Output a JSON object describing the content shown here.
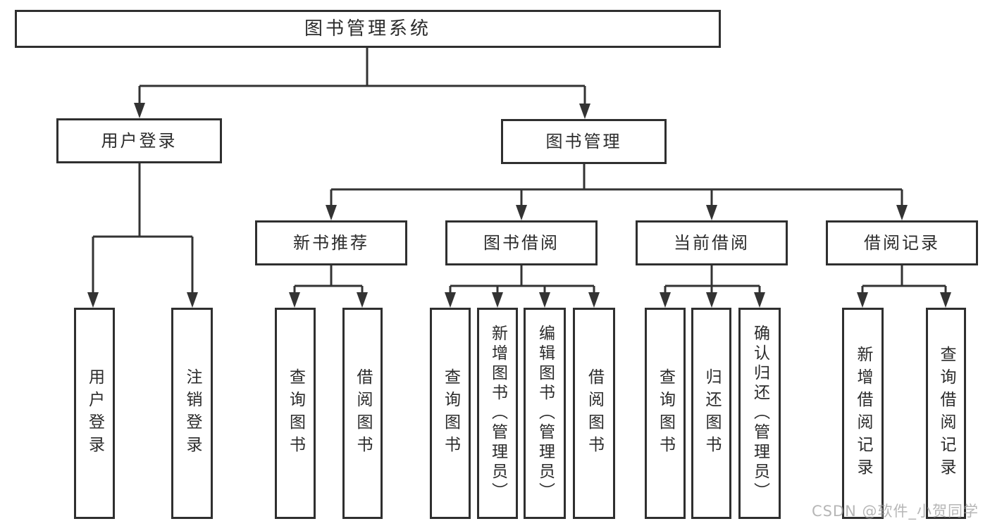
{
  "diagram": {
    "root": {
      "label": "图书管理系统"
    },
    "level2": {
      "login": {
        "label": "用户登录"
      },
      "management": {
        "label": "图书管理"
      }
    },
    "level3": [
      {
        "label": "新书推荐"
      },
      {
        "label": "图书借阅"
      },
      {
        "label": "当前借阅"
      },
      {
        "label": "借阅记录"
      }
    ],
    "groups": {
      "login": [
        "用户登录",
        "注销登录"
      ],
      "recommend": [
        "查询图书",
        "借阅图书"
      ],
      "borrow": [
        "查询图书",
        "新增图书（管理员）",
        "编辑图书（管理员）",
        "借阅图书"
      ],
      "current": [
        "查询图书",
        "归还图书",
        "确认归还（管理员）"
      ],
      "records": [
        "新增借阅记录",
        "查询借阅记录"
      ]
    },
    "colors": {
      "line": "#333333",
      "text": "#2b2b2b",
      "background": "#ffffff",
      "watermark": "#9e9e9e"
    },
    "watermark": {
      "text": "CSDN @软件_小贺同学"
    }
  }
}
